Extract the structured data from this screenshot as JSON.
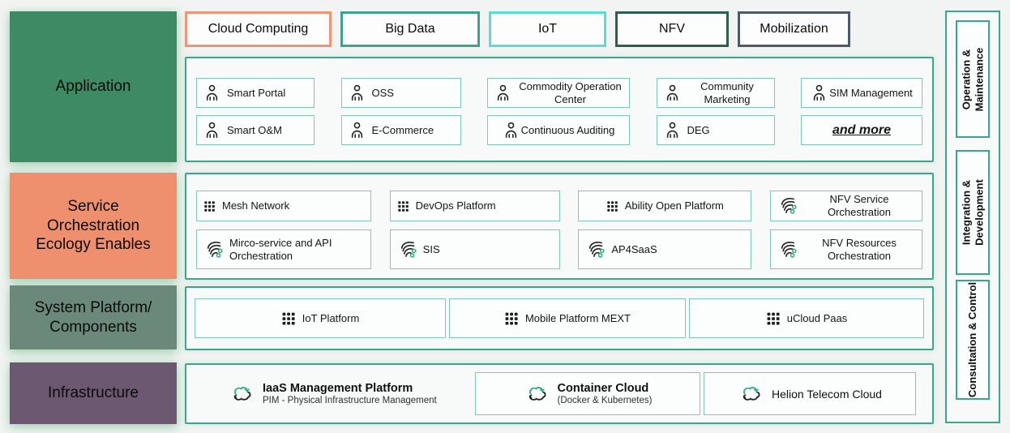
{
  "page": {
    "background": "#f1f4f2",
    "panel_border_color": "#3ba68e",
    "item_border_color": "#7dc9b6",
    "icon_green": "#2fae7d"
  },
  "tabs": [
    {
      "label": "Cloud Computing",
      "border_color": "#ef9474"
    },
    {
      "label": "Big Data",
      "border_color": "#3da38b"
    },
    {
      "label": "IoT",
      "border_color": "#58ddd1"
    },
    {
      "label": "NFV",
      "border_color": "#2d5f4b"
    },
    {
      "label": "Mobilization",
      "border_color": "#4d5a68"
    }
  ],
  "layers": [
    {
      "label": "Application",
      "color": "#3e8a64"
    },
    {
      "label": "Service Orchestration Ecology Enables",
      "color": "#ee906d"
    },
    {
      "label": "System Platform/ Components",
      "color": "#6b897b"
    },
    {
      "label": "Infrastructure",
      "color": "#6c5971"
    }
  ],
  "application": {
    "rows": [
      [
        {
          "label": "Smart Portal",
          "icon": "person-icon"
        },
        {
          "label": "OSS",
          "icon": "person-icon"
        },
        {
          "label": "Commodity Operation Center",
          "icon": "person-icon"
        },
        {
          "label": "Community Marketing",
          "icon": "person-icon"
        },
        {
          "label": "SIM Management",
          "icon": "person-icon"
        }
      ],
      [
        {
          "label": "Smart O&M",
          "icon": "person-icon"
        },
        {
          "label": "E-Commerce",
          "icon": "person-icon"
        },
        {
          "label": "Continuous Auditing",
          "icon": "person-icon"
        },
        {
          "label": "DEG",
          "icon": "person-icon"
        },
        {
          "label": "and more",
          "icon": "none"
        }
      ]
    ]
  },
  "service": {
    "rows": [
      [
        {
          "label": "Mesh Network",
          "icon": "grid-icon"
        },
        {
          "label": "DevOps Platform",
          "icon": "grid-icon"
        },
        {
          "label": "Ability Open Platform",
          "icon": "grid-icon"
        },
        {
          "label": "NFV Service Orchestration",
          "icon": "orchestration-icon"
        }
      ],
      [
        {
          "label": "Mirco-service and API Orchestration",
          "icon": "orchestration-icon"
        },
        {
          "label": "SIS",
          "icon": "orchestration-icon"
        },
        {
          "label": "AP4SaaS",
          "icon": "orchestration-icon"
        },
        {
          "label": "NFV Resources Orchestration",
          "icon": "orchestration-icon"
        }
      ]
    ]
  },
  "system": {
    "items": [
      {
        "label": "IoT Platform",
        "icon": "grid-icon"
      },
      {
        "label": "Mobile Platform MEXT",
        "icon": "grid-icon"
      },
      {
        "label": "uCloud Paas",
        "icon": "grid-icon"
      }
    ]
  },
  "infrastructure": {
    "items": [
      {
        "title": "IaaS Management Platform",
        "subtitle": "PIM - Physical Infrastructure Management",
        "icon": "cloud-sync-icon",
        "boxed": false
      },
      {
        "title": "Container Cloud",
        "subtitle": "(Docker & Kubernetes)",
        "icon": "cloud-sync-icon",
        "boxed": true
      },
      {
        "title": "Helion Telecom Cloud",
        "subtitle": "",
        "icon": "cloud-sync-icon",
        "boxed": true
      }
    ]
  },
  "sidebar": {
    "items": [
      {
        "label": "Operation & Maintenance"
      },
      {
        "label": "Integration & Development"
      },
      {
        "label": "Consultation & Control"
      }
    ]
  }
}
